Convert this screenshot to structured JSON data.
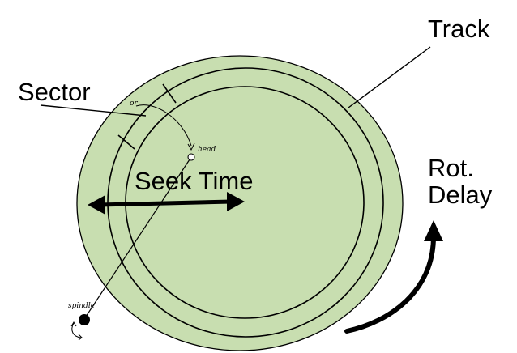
{
  "colors": {
    "platter_fill": "#c8deb0",
    "stroke": "#000000",
    "background": "#ffffff"
  },
  "labels": {
    "track": "Track",
    "sector": "Sector",
    "seek_time": "Seek Time",
    "rot_line1": "Rot.",
    "rot_line2": "Delay",
    "head": "head",
    "or": "or",
    "spindle": "spindle"
  },
  "icons": {
    "seek_arrow": "double-headed-arrow-icon",
    "rotation_arrow": "curved-arrow-icon",
    "spindle_rotation": "rotate-icon"
  }
}
